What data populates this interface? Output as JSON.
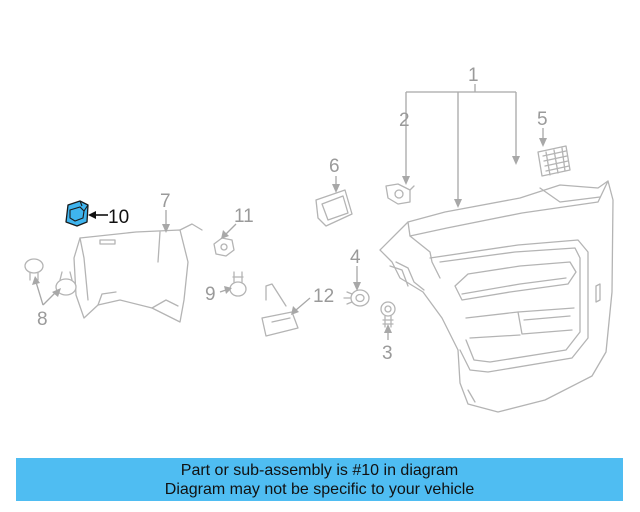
{
  "diagram": {
    "callouts": [
      "1",
      "2",
      "3",
      "4",
      "5",
      "6",
      "7",
      "8",
      "9",
      "10",
      "11",
      "12"
    ],
    "highlighted": "10",
    "highlight_color": "#3fb4ee",
    "line_color": "#b4b4b4"
  },
  "caption": {
    "line1": "Part or sub-assembly is #10 in diagram",
    "line2": "Diagram may not be specific to your vehicle",
    "background": "#4fbdf2"
  }
}
